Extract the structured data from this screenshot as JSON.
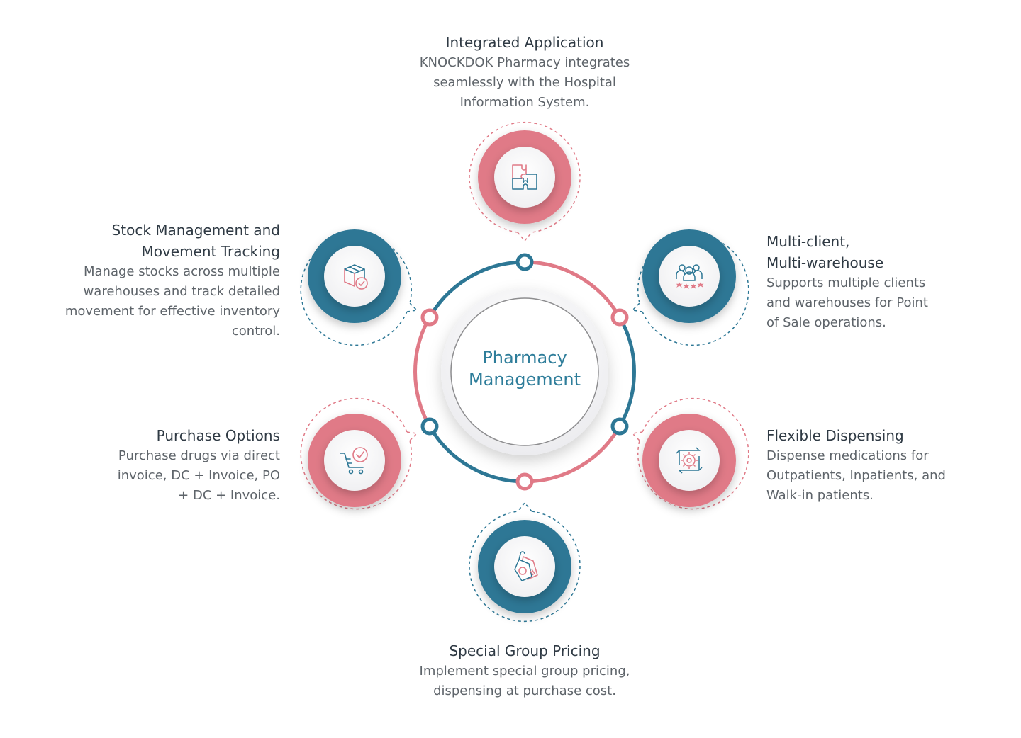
{
  "center": {
    "title": "Pharmacy\nManagement"
  },
  "colors": {
    "pink": "#e07a87",
    "pink_dark": "#c85d6c",
    "teal": "#2d7795",
    "teal_dark": "#1f5f7a",
    "text_dark": "#2f3a44",
    "text_body": "#5e646a"
  },
  "features": {
    "integrated": {
      "title": "Integrated Application",
      "desc": "KNOCKDOK  Pharmacy integrates\nseamlessly with the  Hospital\nInformation System.",
      "icon": "puzzle-icon",
      "color": "pink"
    },
    "multiclient": {
      "title": "Multi-client,\nMulti-warehouse",
      "desc": "Supports multiple clients\nand warehouses for  Point\nof Sale operations.",
      "icon": "people-rating-icon",
      "color": "teal"
    },
    "dispensing": {
      "title": "Flexible Dispensing",
      "desc": "Dispense medications for\nOutpatients,  Inpatients, and\nWalk-in patients.",
      "icon": "gear-cycle-icon",
      "color": "pink"
    },
    "pricing": {
      "title": "Special Group Pricing",
      "desc": "Implement special group pricing,\ndispensing at purchase cost.",
      "icon": "price-tag-icon",
      "color": "teal"
    },
    "purchase": {
      "title": "Purchase Options",
      "desc": "Purchase drugs via direct\ninvoice,  DC + Invoice,  PO\n+  DC +  Invoice.",
      "icon": "cart-check-icon",
      "color": "pink"
    },
    "stock": {
      "title": "Stock Management and\nMovement Tracking",
      "desc": "Manage stocks across multiple\nwarehouses and track detailed\nmovement for effective inventory\ncontrol.",
      "icon": "box-check-icon",
      "color": "teal"
    }
  }
}
